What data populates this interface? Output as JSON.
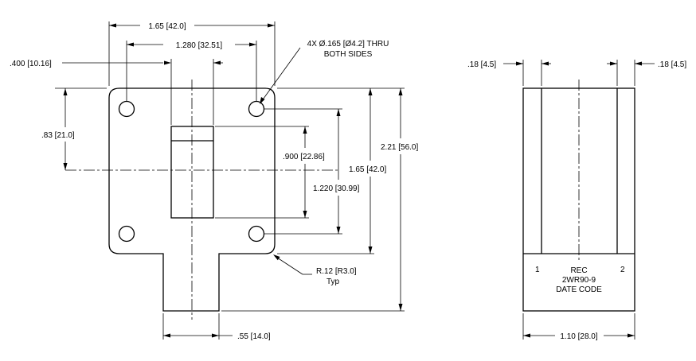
{
  "front_view": {
    "dims": {
      "overall_width": "1.65 [42.0]",
      "hole_spacing_x": "1.280 [32.51]",
      "edge_to_center": ".400 [10.16]",
      "hole_note_line1": "4X Ø.165 [Ø4.2] THRU",
      "hole_note_line2": "BOTH SIDES",
      "hole_to_center": ".83 [21.0]",
      "block_height": ".900 [22.86]",
      "hole_spacing_y": "1.220 [30.99]",
      "flange_height": "1.65 [42.0]",
      "overall_height": "2.21 [56.0]",
      "radius": "R.12 [R3.0]",
      "radius_typ": "Typ",
      "tab_width": ".55 [14.0]"
    }
  },
  "side_view": {
    "dims": {
      "left_wall": ".18 [4.5]",
      "right_wall": ".18 [4.5]",
      "overall_width": "1.10 [28.0]"
    },
    "port_1": "1",
    "port_2": "2",
    "marking_line1": "REC",
    "marking_line2": "2WR90-9",
    "marking_line3": "DATE CODE"
  }
}
